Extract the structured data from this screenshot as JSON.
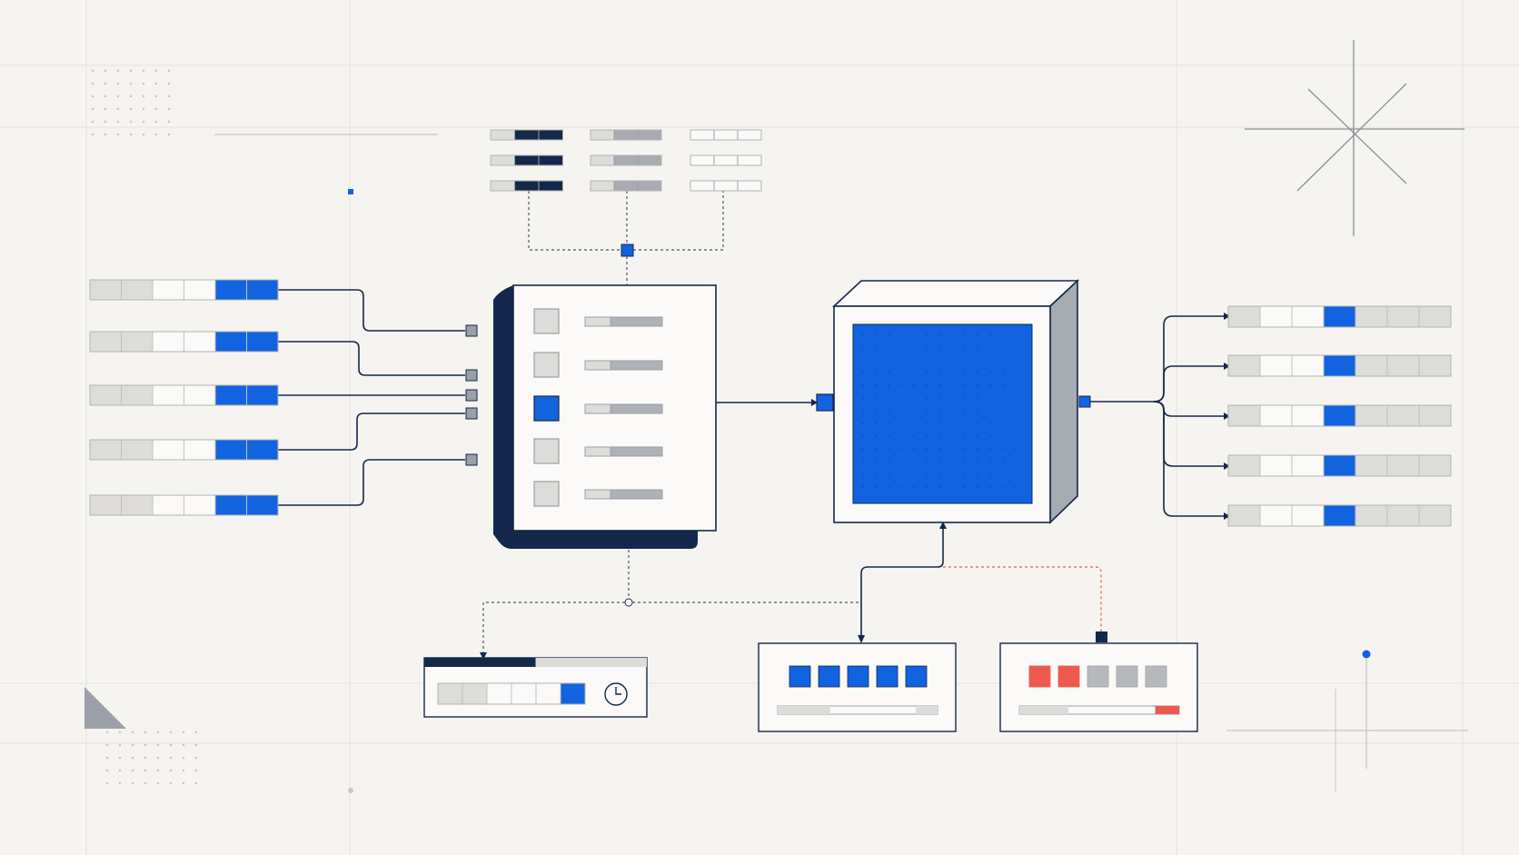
{
  "colors": {
    "background": "#f6f4f0",
    "navy": "#13284a",
    "blue": "#1263e0",
    "red": "#ee5a4f",
    "light_gray": "#dedcd9",
    "mid_gray": "#a8abb1",
    "white": "#fbfaf8",
    "guide": "#e6e3de"
  },
  "diagram": {
    "input_records": [
      {
        "cells": [
          "gray",
          "gray",
          "white",
          "white",
          "blue",
          "blue"
        ]
      },
      {
        "cells": [
          "gray",
          "gray",
          "white",
          "white",
          "blue",
          "blue"
        ]
      },
      {
        "cells": [
          "gray",
          "gray",
          "white",
          "white",
          "blue",
          "blue"
        ]
      },
      {
        "cells": [
          "gray",
          "gray",
          "white",
          "white",
          "blue",
          "blue"
        ]
      },
      {
        "cells": [
          "gray",
          "gray",
          "white",
          "white",
          "blue",
          "blue"
        ]
      }
    ],
    "top_schema_columns": [
      {
        "style": "navy",
        "rows": 3
      },
      {
        "style": "gray",
        "rows": 3
      },
      {
        "style": "white",
        "rows": 3
      }
    ],
    "processor": {
      "rows": [
        {
          "selected": false
        },
        {
          "selected": false
        },
        {
          "selected": true
        },
        {
          "selected": false
        },
        {
          "selected": false
        }
      ]
    },
    "core": {
      "type": "cube",
      "screen_color": "blue"
    },
    "output_records": [
      {
        "cells": [
          "gray",
          "white",
          "white",
          "blue",
          "gray",
          "gray",
          "gray"
        ]
      },
      {
        "cells": [
          "gray",
          "white",
          "white",
          "blue",
          "gray",
          "gray",
          "gray"
        ]
      },
      {
        "cells": [
          "gray",
          "white",
          "white",
          "blue",
          "gray",
          "gray",
          "gray"
        ]
      },
      {
        "cells": [
          "gray",
          "white",
          "white",
          "blue",
          "gray",
          "gray",
          "gray"
        ]
      },
      {
        "cells": [
          "gray",
          "white",
          "white",
          "blue",
          "gray",
          "gray",
          "gray"
        ]
      }
    ],
    "scheduler_panel": {
      "cells": [
        "gray",
        "gray",
        "white",
        "white",
        "white",
        "blue"
      ],
      "icon": "clock-icon",
      "progress": 0.5
    },
    "status_panel_ok": {
      "cells": [
        "blue",
        "blue",
        "blue",
        "blue",
        "blue"
      ],
      "progress": 0.33
    },
    "status_panel_error": {
      "cells": [
        "red",
        "red",
        "gray",
        "gray",
        "gray"
      ],
      "progress": 0.85,
      "progress_end_color": "red"
    },
    "decorations": [
      "sparkle-icon",
      "triangle-corner",
      "dot-grid"
    ]
  }
}
